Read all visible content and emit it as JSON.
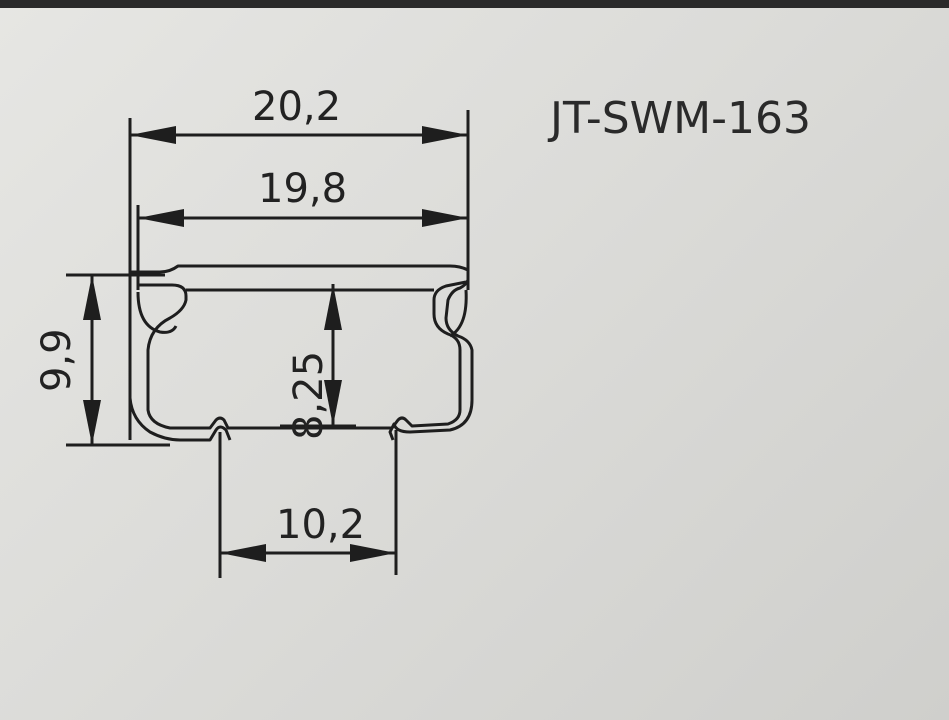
{
  "drawing": {
    "part_code": "JT-SWM-163",
    "dimensions": {
      "overall_width": "20,2",
      "inner_width": "19,8",
      "height": "9,9",
      "inner_height": "8,25",
      "slot_width": "10,2"
    }
  }
}
